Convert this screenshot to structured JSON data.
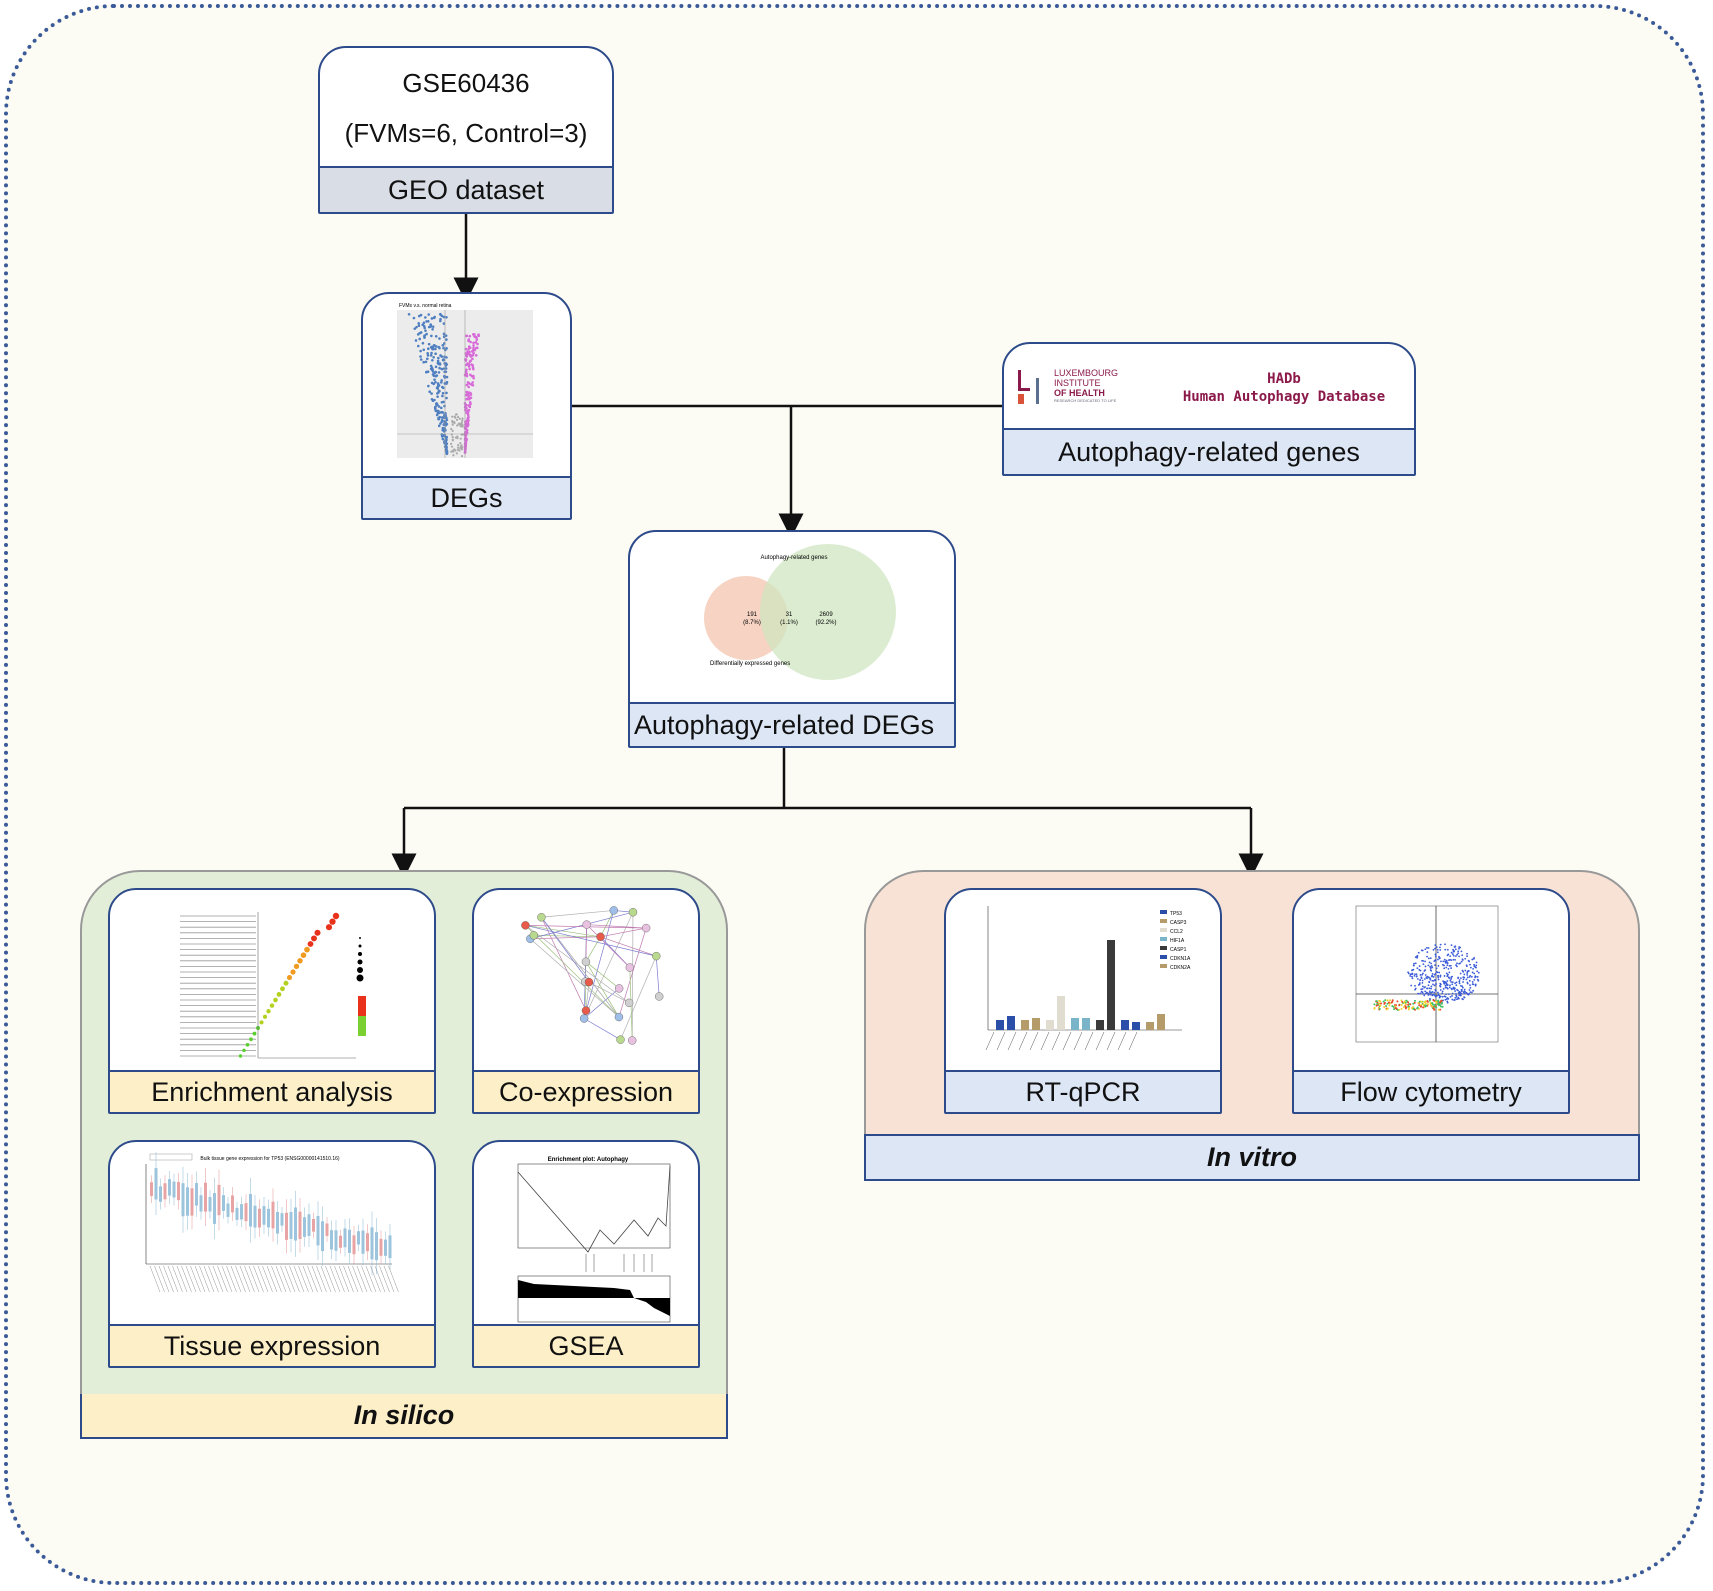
{
  "geo": {
    "title": "GSE60436",
    "subtitle": "(FVMs=6, Control=3)",
    "caption": "GEO dataset"
  },
  "degs": {
    "caption": "DEGs",
    "plot_title": "FVMs v.s. normal retina"
  },
  "hadb": {
    "institute_line1": "LUXEMBOURG",
    "institute_line2": "INSTITUTE",
    "institute_line3": "OF HEALTH",
    "institute_tagline": "RESEARCH DEDICATED TO LIFE",
    "db_short": "HADb",
    "db_long": "Human Autophagy Database",
    "caption": "Autophagy-related genes"
  },
  "venn": {
    "caption": "Autophagy-related DEGs",
    "set_top_label": "Autophagy-related genes",
    "set_bottom_label": "Differentially expressed genes",
    "left_count": "191",
    "left_pct": "(8.7%)",
    "mid_count": "31",
    "mid_pct": "(1.1%)",
    "right_count": "2609",
    "right_pct": "(92.2%)"
  },
  "insilico": {
    "label": "In silico",
    "enrichment": "Enrichment analysis",
    "coexpression": "Co-expression",
    "tissue": "Tissue expression",
    "gsea": "GSEA",
    "gsea_title": "Enrichment plot: Autophagy",
    "tissue_title": "Bulk tissue gene expression for TP53 (ENSG00000141510.16)"
  },
  "invitro": {
    "label": "In vitro",
    "rtqpcr": "RT-qPCR",
    "flow": "Flow cytometry",
    "genes": [
      "TP53",
      "CASP3",
      "CCL2",
      "HIF1A",
      "CASP1",
      "CDKN1A",
      "CDKN2A"
    ]
  },
  "colors": {
    "border": "#2d4a8a",
    "silico_bg": "#e2eed8",
    "vitro_bg": "#f7e2d5",
    "hadb_text": "#8b1a4a"
  }
}
